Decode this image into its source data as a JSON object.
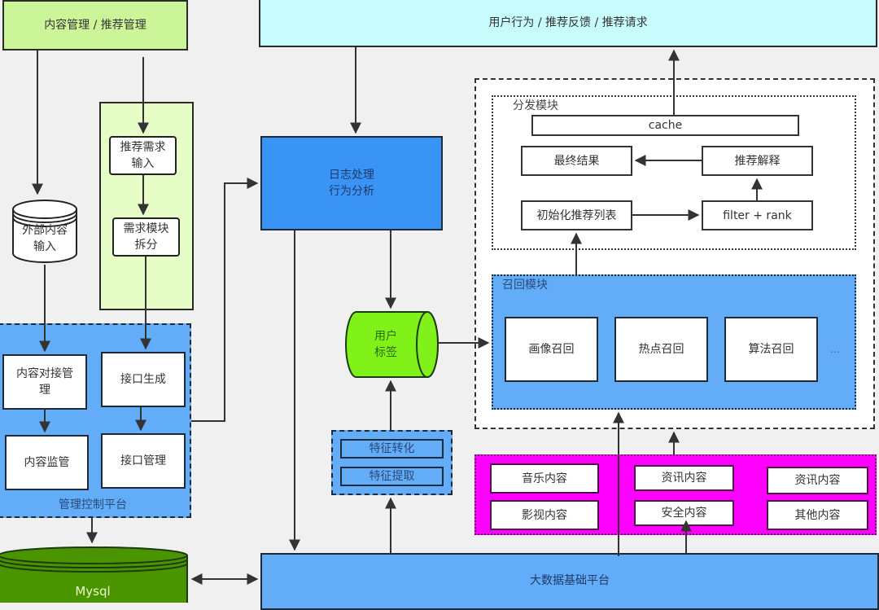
{
  "title": "推荐系统架构图",
  "colors": {
    "background": "#f0f0f0",
    "green_light": "#ccf59a",
    "green_pale": "#e6fcc6",
    "cyan_light": "#c8fcfc",
    "blue_primary": "#3a94f5",
    "blue_light": "#62acf8",
    "lime": "#80f21a",
    "mysql_green": "#4a9400",
    "magenta": "#ff00ff",
    "stroke": "#333333"
  },
  "top": {
    "content_mgmt": "内容管理 / 推荐管理",
    "user_actions": "用户行为 / 推荐反馈 / 推荐请求"
  },
  "left": {
    "external_input": "外部内容\n输入",
    "req_input": "推荐需求\n输入",
    "req_split": "需求模块\n拆分",
    "mgmt_platform": {
      "label": "管理控制平台",
      "items": [
        "内容对接管\n理",
        "接口生成",
        "内容监管",
        "接口管理"
      ]
    },
    "mysql": "Mysql"
  },
  "middle": {
    "log_processing": "日志处理\n行为分析",
    "user_tags": "用户\n标签",
    "features": [
      "特征转化",
      "特征提取"
    ]
  },
  "distribution": {
    "label": "分发模块",
    "cache": "cache",
    "final_result": "最终结果",
    "explain": "推荐解释",
    "init_list": "初始化推荐列表",
    "filter_rank": "filter + rank"
  },
  "recall": {
    "label": "召回模块",
    "items": [
      "画像召回",
      "热点召回",
      "算法召回"
    ],
    "more": "..."
  },
  "content_sources": {
    "col1": [
      "音乐内容",
      "影视内容"
    ],
    "col2": [
      "资讯内容",
      "安全内容"
    ],
    "col3": [
      "资讯内容",
      "其他内容"
    ]
  },
  "bottom": {
    "big_data": "大数据基础平台"
  }
}
